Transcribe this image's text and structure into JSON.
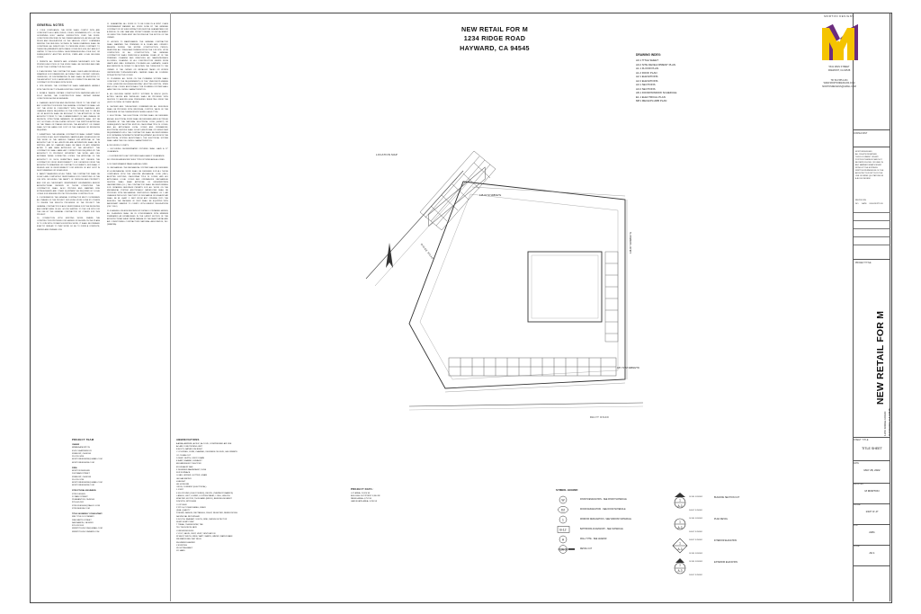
{
  "sheet": {
    "title_lines": [
      "NEW RETAIL FOR M",
      "1234 RIDGE ROAD",
      "HAYWARD, CA 94545"
    ],
    "location_map_label": "LOCATION MAP"
  },
  "general_notes": {
    "heading": "GENERAL NOTES",
    "column1": [
      "1.      CODE COMPLIANCE: THE WORK SHALL COMPLY WITH AND CONFORM TO ALL LAWS, RULES, CODES, ORDINANCES, ETC., OF THE GOVERNING BODY HAVING JURISDICTION OVER THE WORK. CONDITIONS SPECIFIED IN THE OWNER HANDBOOK, AS WELL AS THE RULES AND REGULATIONS OF THE VARIOUS UTILITY COMPANIES SERVING THE BUILDING. NOTHING IN THESE DRAWINGS SHALL BE CONSTRUED AS DIRECTIONS TO PERFORM WORK CONTRARY TO THESE REQUIREMENTS. APPLICABLE CODES INCLUDE, BUT ARE NOT LIMITED TO THE FOLLOWING: CALIFORNIA BUILDING CODE 2007, OR SUBSEQUENTLY ADOPTED EDITION, STATE AND LOCAL BUILDING CODES.",
      "2.      PERMITS: ALL PERMITS AND LICENSES NECESSARY FOR THE PROPER EXECUTION OF THE WORK SHALL BE SECURED AND PAID FOR BY THE CONTRACTOR INVOLVED.",
      "3.      PLAN REVIEW: THE CONTRACTOR SHALL CHECK AND REVIEW ALL DRAWINGS FOR DIMENSIONS, ACCURACY AND CONTENT, ERRORS, OMISSIONS, OR DISCREPANCIES IN SAID SHALL BE REPORTED TO THE ARCHITECT FOR CLARIFICATION OR CORRECTION BEFORE THE CONTRACTOR PROCEEDS WITH WORK.",
      "4.      SITE REVIEW: THE CONTRACTOR SHALL FAMILIARIZE HIMSELF WITH THE PROJECT SITE AND EXISTING CONDITIONS.",
      "5.      DETAILS: WHERE CERTAIN CONSTRUCTION FEATURES ARE NOT FULLY SHOWN, THE CONSTRUCTION SHALL REPEAT SIMILAR CONDITIONS SHOWN ELSEWHERE.",
      "6.      CHANGES: ADDITIONS AND REVISIONS: PRIOR TO THE START OF ANY CONSTRUCTION WORK THE GENERAL CONTRACTOR SHALL LAY OUT THE WORK IN CONFORMITY WITH THESE DRAWINGS. ANY CHANGES WHICH REQUIRING OF THE STRUCTURE DUE TO RELIEF OR OR ADDITION SHALL BE BROUGHT TO THE ATTENTION OF THE ARCHITECT PRIOR TO THE COMMENCEMENT OF SAID CHANGE OR REVISION. STRUCTURAL MEMBERS OR ELEMENTS SHALL NOT BE CUT, NOTCHED OR RELOCATED WITHOUT THE WRITTEN APPROVAL OF THE TRADE OR TRADES INVOLVED. THE ARCHITECT OR OWNER SHALL NOT BE LIABLE FOR COST OF THE CHANGES OR REVISIONS REQUIRED.",
      "7.      SUBMITTALS: THE GENERAL CONTRACTOR SHALL SUBMIT THREE (3) COPIES OF ALL SHOP DRAWINGS, SAMPLES AND SCHEDULES FOR THE WORK OF THE VARIOUS TRADES FOR APPROVAL BY THE ARCHITECT AS TO ALL ADDITIONS AND ALTERATIONS SHALL BE IN WRITING, AND NO CHANGES SHALL BE MADE ON ANY DRAWING AFTER IT HAS BEEN APPROVED BY THE ARCHITECT. THE CONTRACTOR SHALL MAKE ANY CORRECTIONS REQUIRED BY THE ARCHITECT TO PROPERLY INTERPRET THE WORK, AND FILE BETWEEN THREE CORRECTED COPIES. THE APPROVAL OF THE ARCHITECT OF SUCH SUBMITTALS SHALL NOT RELIEVE THE CONTRACTOR FROM RESPONSIBILITY FOR DEVIATION FROM THE ARCHITECT'S DRAWINGS OR CONTRACT DOCUMENTS, NOR SHALL IT RELIEVE HIM OF RESPONSIBILITY FOR ERRORS OF ANY SORT IN SHOP DRAWINGS OR SCHEDULES.",
      "8.      SAFETY MEASURES: AT ALL TIMES, THE CONTRACTOR SHALL BE SOLELY AND COMPLETELY RESPONSIBLE FOR CONDITIONS OF THE JOB SITE, INCLUDING THE SAFETY OF PERSONS AND PROPERTY, AND FOR ALL NECESSARY INDEPENDENT ENGINEERING AND/OR ARCHITECTURAL REVIEWS OF THOSE CONDITIONS. THE CONTRACTOR SHALL ALSO PROVIDE AND MAINTAIN FIRE EXTINGUISHERS AND OTHER EQUIPMENT AS REQUIRED BY LOCAL CODES FOR FIRE/FIRE PROTECTION DURING CONSTRUCTION.",
      "9.      COORDINATION: THE GENERAL CONTRACTOR MUST COORDINATE ALL PHASES OF THE PROJECT INCLUDING WORK DONE BY OTHERS TO INSURE THE SMOOTH PROGRESS OF THE PROJECT. THE GENERAL CONTRACTOR IS ALSO RESPONSIBLE FOR THE RECEIVING AND DISPATCHING OF ALL GOODS SHIPPED TO THE JOB SITE FOR THE USE BY THE GENERAL CONTRACTOR OR OTHERS FOR THIS PROJECT.",
      "10.     CONNECTION WITH EXISTING WORK: WHERE THE CONSTRUCTION PROVIDED FOR HEREIN OR SHOWN ON THE PLANS IS TO JOIN WITH OR MATCH EXISTING WORK, IT SHALL BE FINISHED EXACTLY SIMILAR TO THAT WORK SO AS TO FORM A COMPLETE, UNIFIED AND FINISHED JOB."
    ],
    "column2": [
      "11.     GUARANTEE: ALL WORK IS TO BE DONE IN A FIRST CLASS WORKMANSHIP MANNER. ALL WORK DONE BY THE GENERAL CONTRACTOR OR SUBCONTRACTORS MUST BE GUARANTEED FOR A PERIOD OF ONE YEAR AND PROMPT REPAIR OR REPLACEMENT OF DEFECTIVE ITEMS MUST BE PROVIDED AT THE NOTICE OF THE OWNER.",
      "12.     ACCESS TO MAINTENANCE: THE GENERAL CONTRACTOR SHALL MAINTAIN THE PREMISES IN A CLEAN AND ORDERLY FASHION DURING THE ENTIRE CONSTRUCTION PERIOD, REMOVING ALL TRASH AND RUBBISH FROM THE JOB SITE. UPON COMPLETION OF ALL CONSTRUCTION, THE GENERAL CONTRACTOR SHALL PERFORM A GENERAL CLEAN UP OF THE PREMISES CLEANING AND REMOVING ALL MARKS/SURFACE FLOORING, CLEANING OF ALL CONSTRUCTION DEBRIS FROM LAMPS AND WALL SURFACES, POLISHING ALL LAMINATE, GLASS AND MIRRORS IN ORDER TO FACILITATE THE TURNOVER TO THE OWNER. IF THE OWNER OR INSTALLER TAKES OR WORKS ON/PERFORM TURN-IN/INDICATE, CARRIED SHALL BE COVERED WITH A PROTECTIVE COVER.",
      "13.     PLUMBING: ALL WORK ON THE PLUMBING SYSTEM SHALL CONFORM TO THE REQUIREMENTS OF THE \"UNIFORM PLUMBING CODE (UNIFORM BUILDING/UNIFORM)\" ADOPTED EDITION, STATE AND LOCAL CODES.     ADDITIONALLY THE PLUMBING SYSTEM SHALL HAVE THE FOLLOWING CHARACTERISTICS:",
      "A.      ALL BUILDING WATER SUPPLY SYSTEMS IN WHICH QUICK-ACTING VALVES ARE INSTALLED SHALL BE PROVIDED WITH DEVICES TO ABSORB HIGH PRESSURES RESULTING FROM THE QUICK CLOSING OF THESE VALVES.",
      "B.      SHOWER AND TUB-SHOWER COMBINATIONS ALL BUILDINGS SHALL BE PROVIDED WITH INDIVIDUAL CONTROL VALVE OF THE PRESSURE OR THE THERMOSTATIC MIXING VALVE TYPE.",
      "C.      ELECTRICAL: THE ELECTRICAL SYSTEM SHALL BE DESIGNED AND ALL ELECTRICAL WORK SHALL BE DESIGNED AND ELECTRICAL ORDERED BY THE NATIONAL ELECTRICAL CODE (LATEST) OR SUBSEQUENTLY ADOPTED EDITION, CALIFORNIA TITLE 24 CODES, AND ALL APPLICABLE LOCAL CODES AND ORDINANCES. ELECTRICAL DEVICES SHALL SOLELY ADDITIONAL OR UNDER NEW REQUIREMENTS WILL THE CONTRACTOR SHALL BE RESPONSIBLE FOR OBTAINING INTERIM/ITS PERMIT/EQUIPMENT, AS FROM IN THE ELECTRICAL SYSTEM. ADDITIONALLY, THE ELECTRICAL SYSTEM SHALL HAVE THE FOLLOWING CHARACTERISTICS:",
      "A.      INCLUDING CLOSETS.",
      "—       EXCLUDING SHOWER/WATER FIXTURES SHALL HAVE A 12\" CLEARANCE.",
      "—       FLUORESCENT LIGHT FIXTURES SHALL HAVE 8\" CLEARANCE.",
      "NO OPEN INCANDESCENT BULB TYPE FIXTURES ARE ALLOWED.",
      "D.      NO NEW BREAKER PANELS ARE ALLOWED.",
      "14.     MECHANICAL: THE MECHANICAL SYSTEM SHALL BE DESIGNED BY A MECHANICAL WORK SHALL BE DESIGNED FOR ALL THOSE COMPLIANCE WITH THE UNIFORM MECHANICAL CODE (UMC), ADOPTED EDITIONS, CALIFORNIA TITLE 24 CODES, AND ALL APPLICABLE LOCAL CODES AND ORDINANCES. MECHANICAL DEVICES SHALL BEAR APPROVAL OF UNDERWRITERS LABORATORIES (U.L.) THE CONTRACTOR SHALL BE RESPONSIBLE FOR OBTAINING BEFORE/IN PERMITS FOR ALL WORK ON THE MECHANICAL SYSTEM. ADDITIONALLY, BATHROOMS SHALL BE PROVIDED WITH MECHANICAL VENTILATION CAPABLE OF 5 AIR CHANGES PER HOUR. THE POINT OF DISCHARGE OF EXHAUST AIR SHALL BE AT LEAST 3 FEET FROM ANY OPENING INTO THE BUILDING. THE PACKAGE OF VENT SHALL BE EQUIPPED WITH BACKDRAFT DAMPER TO COMPLY WITH ENERGY REGULATIONS (CEC 150.0)",
      "15.     FLASHING: UNLESS INDICATED BY DETAILS CONTAINED HEREIN, ALL FLASHINGS SHALL BE IN CONFORMANCE WITH MINIMUM STANDARDS AS ESTABLISHED IN THE LATEST EDITION OF THE ARCHITECTURAL SHEET METAL MANUAL BY THE SHEET METAL AND AIR CONDITIONING CONTRACTORS NATIONAL ASSOCIATION, INC. (SMACNA)."
    ]
  },
  "drawing_index": {
    "heading": "DRAWING INDEX:",
    "items": [
      "A0.1 TITLE SHEET",
      "A0.2 SITE DEVELOPMENT PLAN",
      "A1.1 FLOOR PLAN",
      "A1.2 ROOF PLAN",
      "A2.1 ELEVATIONS",
      "A2.2 ELEVATIONS",
      "A3.1 SECTIONS",
      "A3.2 SECTIONS",
      "A8.1 DOOR/WINDOW SCHEDULE",
      "E1.1 ELECTRICAL PLAN",
      "MP1 MECH/PLUMB PLAN"
    ]
  },
  "logo": {
    "firm_name": "MORTON DESIGNS",
    "letter": "M",
    "address_lines": [
      "5341 MAIN STREET",
      "FREMONT, CA 94538"
    ],
    "contact_lines": [
      "TIF 510.555.1234",
      "WWW.MORTONDESIGNS.COM",
      "MORTONDESIGNS@GMAIL.COM"
    ],
    "color_primary": "#f5c400",
    "color_shadow": "#6b2d7e"
  },
  "right_panel": {
    "consultant_label": "CONSULTANT",
    "copyright_lines": [
      "MORTONDESIGNS",
      "ALL RIGHTS RESERVED",
      "THIS DOCUMENT OR ANY",
      "PORTION THEREOF MAY NOT",
      "BE REPRODUCED OR USED IN",
      "ANY MANNER WHATSOEVER",
      "WITHOUT THE EXPRESS",
      "WRITTEN PERMISSION OF THE",
      "ARCHITECT EXCEPT FOR THE",
      "USE OF BRIEF QUOTATIONS IN",
      "A BOOK REVIEW"
    ],
    "revisions_label": "REVISIONS",
    "revisions_cols": [
      "NO.",
      "DATE",
      "DESCRIPTION"
    ],
    "project_title_label": "PROJECT TITLE",
    "project_title_main": "NEW RETAIL FOR M",
    "project_title_sub": [
      "1234 RIDGE ROAD",
      "HAYWARD, CA 94545"
    ],
    "sheet_title_label": "SHEET TITLE",
    "sheet_title_value": "TITLE SHEET",
    "fields": [
      {
        "label": "DATE",
        "value": "MAY 28, 2022"
      },
      {
        "label": "DRAFTER",
        "value": "M MORTON"
      },
      {
        "label": "SCALE",
        "value": "1/16\"=1'-0\""
      },
      {
        "label": "JOB",
        "value": "2261"
      },
      {
        "label": "SHEET",
        "value": "A0.1"
      }
    ]
  },
  "site_plan": {
    "dim_top": "135.34'",
    "bearing_top": "N71D8922\"E",
    "dim_bottom": "187.73'",
    "bearing_bottom": "S71D8922\"W",
    "dim_right": "148.00'",
    "bearing_right": "S18D8927\"E",
    "road_left": "RIDGE ROAD",
    "road_bottom": "DEVIT ROAD",
    "north_label": "N"
  },
  "project_team": {
    "heading": "PROJECT TEAM",
    "groups": [
      {
        "title": "OWNER",
        "lines": [
          "MIRANDA MORTON",
          "4543 CLEARVIEW DR",
          "FREMONT, CA 94536",
          "510.555.3456",
          "MORTONDESIGNS@GMAIL.COM",
          "MORTONDESIGNS.COM"
        ]
      },
      {
        "title": "FIRM:",
        "lines": [
          "MORTON DESIGNS",
          "5341 MAIN STREET",
          "FREMONT, CA 94538",
          "510.555.1234",
          "MORTONDESIGNS@GMAIL.COM",
          "MORTONDESIGNS.COM"
        ]
      },
      {
        "title": "STRUCTURAL ENGINEER:",
        "lines": [
          "STRU DESIGN",
          "22 PARK STREET",
          "PLEASANTON, CA 94566",
          "925.444.4101",
          "STRUCDESIGN@YAHOO.COM",
          "STRUDESIGN.COM"
        ]
      },
      {
        "title": "TITLE 24 ENERGY CONSULTANT:",
        "lines": [
          "WIN TITLE 24 COMPANY",
          "2880 WATTS STREET",
          "SAN RAMON, CA 94583",
          "925.243.5555",
          "WWWTITLE24COM@GMAIL.COM",
          "WWWTITLE24COMPANY.COM"
        ]
      }
    ]
  },
  "abbreviations": {
    "heading": "ABBREVIATIONS",
    "items": [
      "A        AREA, AMPERE, ACIDIC, ALCOVE, COMPRESSED AIR USE",
      "AC      AIR CONDITIONING UNIT",
      "B        BOLTS, BATHROOM BIDET",
      "C        COURSES, CURB, CHANNEL, DEGREES CELSIUS, CALORIMETE",
      "CO      CLEAN OUT",
      "D        DEEP, DEPTH, DROP, DRAIN",
      "E        EAST, ENAMEL, EXHAUST",
      "EB      EMERGENCY SHUTOFF",
      "EX      EXHAUST FAN",
      "F        DEGREES FAHRENHEIT, FUSE",
      "FUR    FURNACE",
      "G        GAS, GIRDER, GUTTER, GRAM",
      "GM     GAS METER",
      "H        HEIGHT",
      "HG      HOSE BIB",
      "I         IRON, CURRENT (ELECTRICAL)",
      "J         JOINT",
      "K        KILOPOUND (1000 POUNDS), KELVIN, (THERMODYNAMICS)",
      "L         ANGLE, LEFT, LOWER, LOOPING PANEL, LONG, LENGTH",
      "M        METER, MOTOR, THOUSAND (BRICK), BENDING MOMENT",
      "N        NORTH, NITROGEN",
      "O        OXYGEN",
      "P        PITCH, POWER PANEL, FIBER",
      "QUAL  QUALITY",
      "R        RISER, RADIUS, RECTANGLE, RIGHT, REGISTER, REINFORCING",
      "SA      SPECIAL RETURN AIR",
      "S        SOUTH, SEALANT, SOUTH, SINK, SMOKE DETECTOR",
      "SUMP SUMP PUMP",
      "T        TREAD, THERMOSTAT, TEE",
      "TEL     TELEVISION JACK",
      "U        UNDERGROUND",
      "V        VOLT, VALVE, VENT, VENT, VENTILATION",
      "W        WEST, WIDTH, WIDE, WATT, WASTE, WATER, WATER MAIN",
      "WB      WATER BIB, WET BULB",
      "WH      WATER HEATER",
      "X        EXISTING",
      "XD      EXTRA HEAVY",
      "XO      HAND"
    ]
  },
  "project_data": {
    "heading": "PROJECT DATA:",
    "items": [
      "LOT AREA: 11,920 SF",
      "BUILDING FOOTPRINT: 3,864 SF",
      "PAVED AREA: 4,752 SF",
      "LANDSCAPE AREA: 3,296 SF"
    ]
  },
  "symbol_legend": {
    "heading": "SYMBOL LEGEND",
    "items": [
      {
        "tag": "W",
        "shape": "circle",
        "label": "FINISH DESIGNATION - SEE FINISH SCHEDULE"
      },
      {
        "tag": "D2",
        "shape": "oval",
        "label": "DOOR DESIGNATION - SEE DOOR SCHEDULE"
      },
      {
        "tag": "1",
        "shape": "circle",
        "label": "WINDOW DESIGNATION - SEE WINDOW SCHEDULE"
      },
      {
        "tag": "B-12",
        "shape": "rect",
        "label": "BATHROOM ACCESSORY - SEE SCHEDULE"
      },
      {
        "tag": "A",
        "shape": "circle",
        "label": "WALL TYPE - SEE LEGEND"
      },
      {
        "tag": "1/A-3",
        "shape": "detail",
        "label": "DETAIL CUT"
      }
    ],
    "right_items": [
      {
        "tag_top": "1",
        "tag_bottom": "A-3",
        "shape": "section",
        "label": "BUILDING SECTION CUT",
        "note1": "DETAIL NUMBER",
        "note2": "SHEET NUMBER"
      },
      {
        "tag_top": "1",
        "tag_bottom": "A-3",
        "shape": "circle",
        "label": "PLAN DETAIL",
        "note1": "DETAIL NUMBER",
        "note2": "SHEET NUMBER"
      },
      {
        "tag_top": "1",
        "tag_bottom": "A-3",
        "shape": "diamond",
        "label": "INTERIOR ELEVATION",
        "note1": "SHEET NUMBER",
        "note2": "DETAIL NUMBER"
      },
      {
        "tag_top": "1",
        "tag_bottom": "A-3",
        "shape": "arrow",
        "label": "EXTERIOR ELEVATION",
        "note1": "DETAIL NUMBER",
        "note2": "SHEET NUMBER"
      }
    ]
  }
}
